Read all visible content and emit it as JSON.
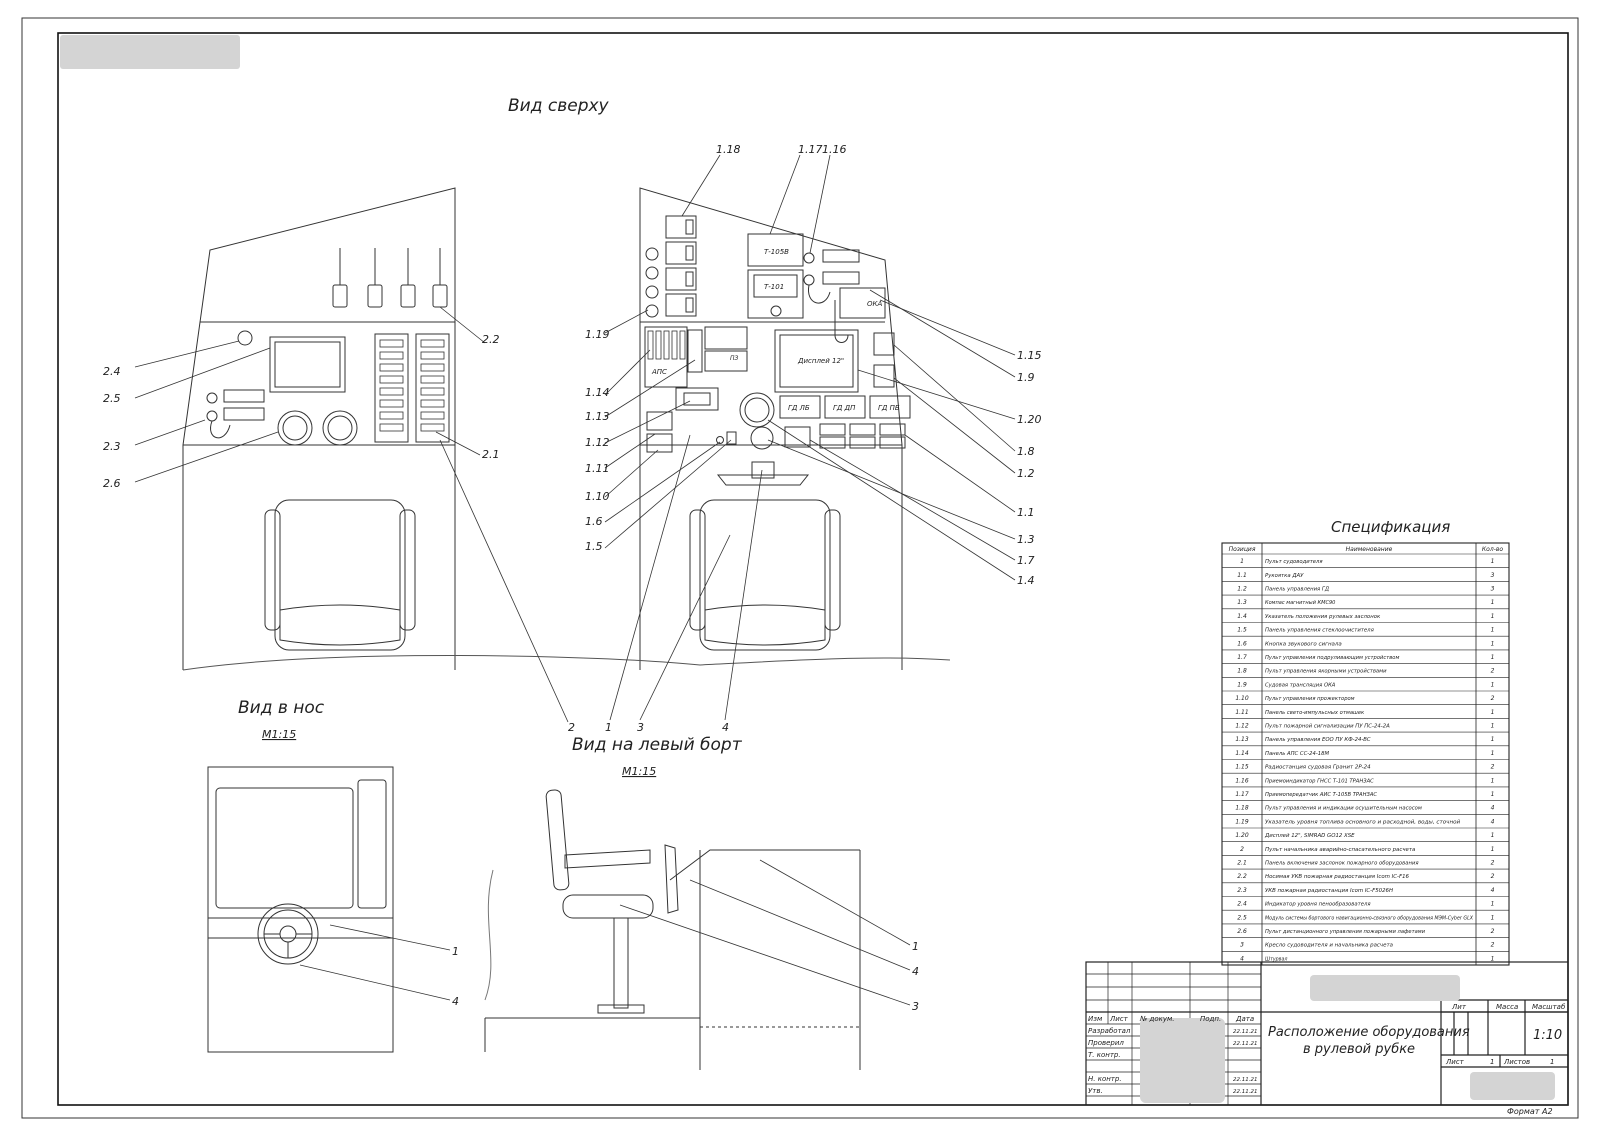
{
  "views": {
    "top": "Вид сверху",
    "bow": "Вид в нос",
    "bow_scale": "М1:15",
    "side": "Вид на левый борт",
    "side_scale": "М1:15"
  },
  "top_left_labels": [
    "2.4",
    "2.5",
    "2.3",
    "2.6",
    "2.2",
    "2.1",
    "2"
  ],
  "top_right_labels": [
    "1.18",
    "1.17",
    "1.16",
    "1.19",
    "1.14",
    "1.13",
    "1.12",
    "1.11",
    "1.10",
    "1.6",
    "1.5",
    "1",
    "3",
    "4",
    "1.15",
    "1.9",
    "1.20",
    "1.8",
    "1.2",
    "1.1",
    "1.3",
    "1.7",
    "1.4"
  ],
  "device_labels": {
    "ais": "Т-105В",
    "gnss": "Т-101",
    "display": "Дисплей 12\"",
    "oka": "ОКА",
    "aps": "АПС",
    "pz": "ПЗ",
    "gd1": "ГД ЛБ",
    "gd2": "ГД ДП",
    "gd3": "ГД ПБ"
  },
  "bow_labels": [
    "1",
    "4"
  ],
  "side_labels": [
    "1",
    "4",
    "3"
  ],
  "spec": {
    "title": "Спецификация",
    "headers": [
      "Позиция",
      "Наименование",
      "Кол-во"
    ],
    "rows": [
      [
        "1",
        "Пульт судоводителя",
        "1"
      ],
      [
        "1.1",
        "Рукоятка ДАУ",
        "3"
      ],
      [
        "1.2",
        "Панель управления ГД",
        "3"
      ],
      [
        "1.3",
        "Компас магнитный КМС90",
        "1"
      ],
      [
        "1.4",
        "Указатель положения рулевых заслонок",
        "1"
      ],
      [
        "1.5",
        "Панель управления стеклоочистителя",
        "1"
      ],
      [
        "1.6",
        "Кнопка звукового сигнала",
        "1"
      ],
      [
        "1.7",
        "Пульт управления подруливающим устройством",
        "1"
      ],
      [
        "1.8",
        "Пульт управления якорными устройствами",
        "2"
      ],
      [
        "1.9",
        "Судовая трансляция ОКА",
        "1"
      ],
      [
        "1.10",
        "Пульт управления прожектором",
        "2"
      ],
      [
        "1.11",
        "Панель свето-импульсных отмашек",
        "1"
      ],
      [
        "1.12",
        "Пульт пожарной сигнализации ПУ ПС-24-2А",
        "1"
      ],
      [
        "1.13",
        "Панель управления ЕОО ПУ КФ-24-ВС",
        "1"
      ],
      [
        "1.14",
        "Панель АПС СС-24-18М",
        "1"
      ],
      [
        "1.15",
        "Радиостанция судовая Гранит 2Р-24",
        "2"
      ],
      [
        "1.16",
        "Приемоиндикатор ГНСС Т-101 ТРАНЗАС",
        "1"
      ],
      [
        "1.17",
        "Приемопередатчик АИС Т-105В ТРАНЗАС",
        "1"
      ],
      [
        "1.18",
        "Пульт управления и индикации осушительным насосом",
        "4"
      ],
      [
        "1.19",
        "Указатель уровня топлива основного и расходной, воды, сточной",
        "4"
      ],
      [
        "1.20",
        "Дисплей 12\", SIMRAD GO12 XSE",
        "1"
      ],
      [
        "2",
        "Пульт начальника аварийно-спасательного расчета",
        "1"
      ],
      [
        "2.1",
        "Панель включения заслонок пожарного оборудования",
        "2"
      ],
      [
        "2.2",
        "Носимая УКВ пожарная радиостанция Icom IC-F16",
        "2"
      ],
      [
        "2.3",
        "УКВ пожарная радиостанция Icom IC-F5026H",
        "4"
      ],
      [
        "2.4",
        "Индикатор уровня пенообразователя",
        "1"
      ],
      [
        "2.5",
        "Модуль системы бортового навигационно-связного оборудования МЭМ-Cyber GLX",
        "1"
      ],
      [
        "2.6",
        "Пульт дистанционного управления пожарными лафетами",
        "2"
      ],
      [
        "3",
        "Кресло судоводителя и начальника расчета",
        "2"
      ],
      [
        "4",
        "Штурвал",
        "1"
      ]
    ]
  },
  "title_block": {
    "roles": [
      "Изм",
      "Лист",
      "№ докум.",
      "Подп.",
      "Дата",
      "Разработал",
      "Проверил",
      "Т. контр.",
      "Н. контр.",
      "Утв."
    ],
    "dates": [
      "22.11.21",
      "22.11.21",
      "22.11.21",
      "22.11.21"
    ],
    "title_line1": "Расположение оборудования",
    "title_line2": "в рулевой рубке",
    "col_lit": "Лит",
    "col_mass": "Масса",
    "col_scale": "Масштаб",
    "scale": "1:10",
    "sheet_label": "Лист",
    "sheet_no": "1",
    "sheets_label": "Листов",
    "sheets_no": "1",
    "format": "Формат А2"
  }
}
